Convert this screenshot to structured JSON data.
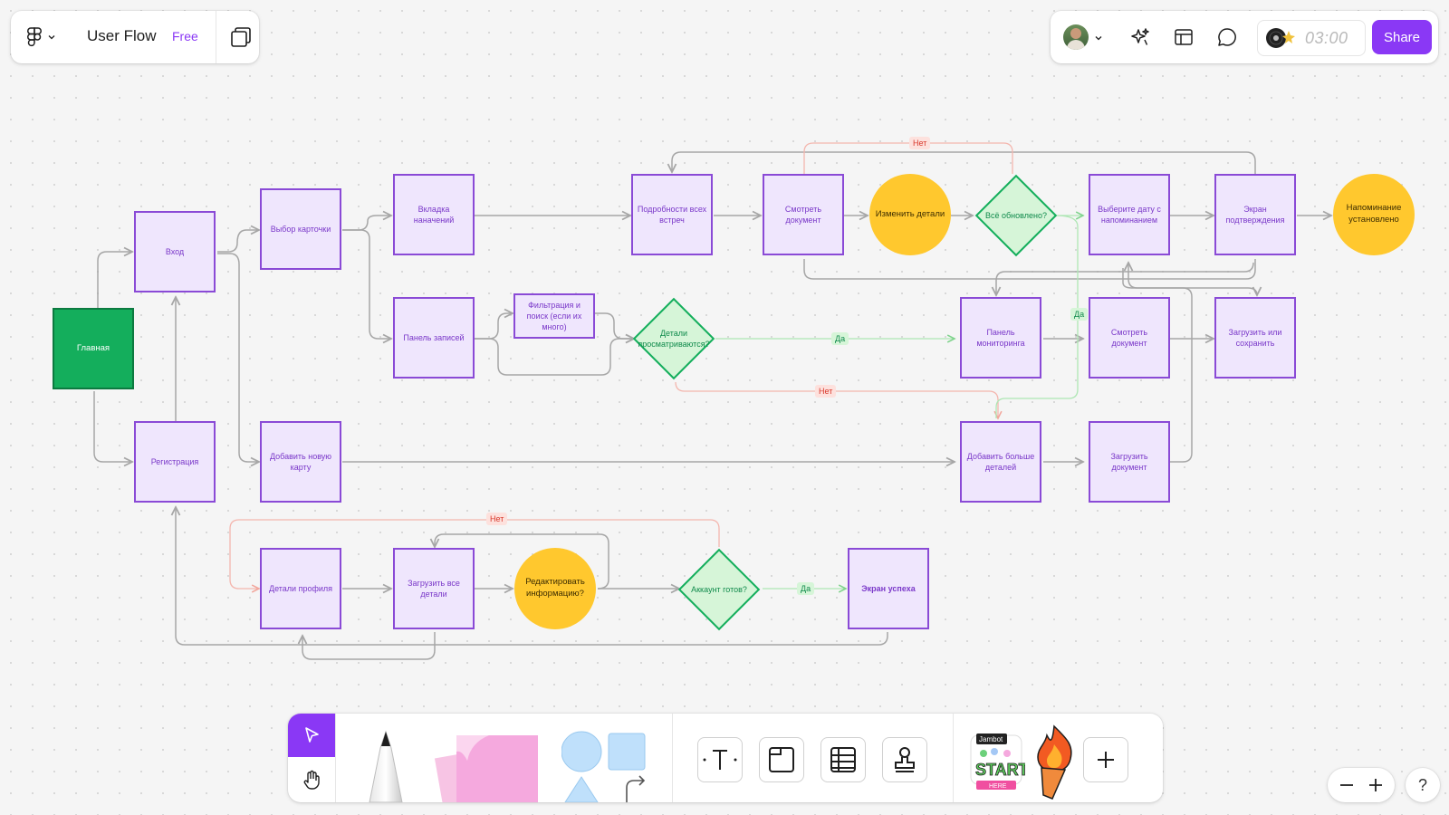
{
  "header": {
    "file_title": "User Flow",
    "plan_label": "Free"
  },
  "actions": {
    "share_label": "Share",
    "timer": "03:00"
  },
  "nodes": {
    "home": "Главная",
    "login": "Вход",
    "register": "Регистрация",
    "choose_card": "Выбор карточки",
    "add_card": "Добавить новую карту",
    "appointments_tab": "Вкладка наначений",
    "records_panel": "Панель записей",
    "filter_search": "Фильтрация и поиск (если их много)",
    "view_details_q": "Детали просматриваются?",
    "all_meetings": "Подробности всех встреч",
    "view_doc1": "Смотреть документ",
    "change_details": "Изменить детали",
    "all_updated_q": "Всё обновлено?",
    "choose_date": "Выберите дату с напоминанием",
    "confirm_screen": "Экран подтверждения",
    "reminder_set": "Напоминание установлено",
    "monitoring_panel": "Панель мониторинга",
    "view_doc2": "Смотреть документ",
    "upload_save": "Загрузить или сохранить",
    "add_more_details": "Добавить больше деталей",
    "upload_doc": "Загрузить документ",
    "profile_details": "Детали профиля",
    "upload_all": "Загрузить все детали",
    "edit_info": "Редактировать информацию?",
    "account_ready_q": "Аккаунт готов?",
    "success_screen": "Экран успеха"
  },
  "edge_labels": {
    "no": "Нет",
    "yes": "Да"
  },
  "icons": {
    "menu": "figma-logo-icon",
    "pages": "pages-icon",
    "ai": "sparkle-icon",
    "layout": "layout-icon",
    "comment": "comment-icon",
    "select": "cursor-icon",
    "hand": "hand-icon",
    "text": "text-icon",
    "section": "section-icon",
    "table": "table-icon",
    "stamp": "stamp-icon",
    "add": "plus-icon",
    "zoom_out": "minus-icon",
    "zoom_in": "plus-icon",
    "help": "help-icon"
  },
  "zoom": {
    "help_label": "?"
  },
  "colors": {
    "accent": "#8a38f5",
    "node_fill": "#efe6fd",
    "node_border": "#8a4ad6",
    "decision": "#14ae5c",
    "terminal": "#ffc82e",
    "no_edge": "#f4b6ae",
    "yes_edge": "#aee6b4"
  }
}
